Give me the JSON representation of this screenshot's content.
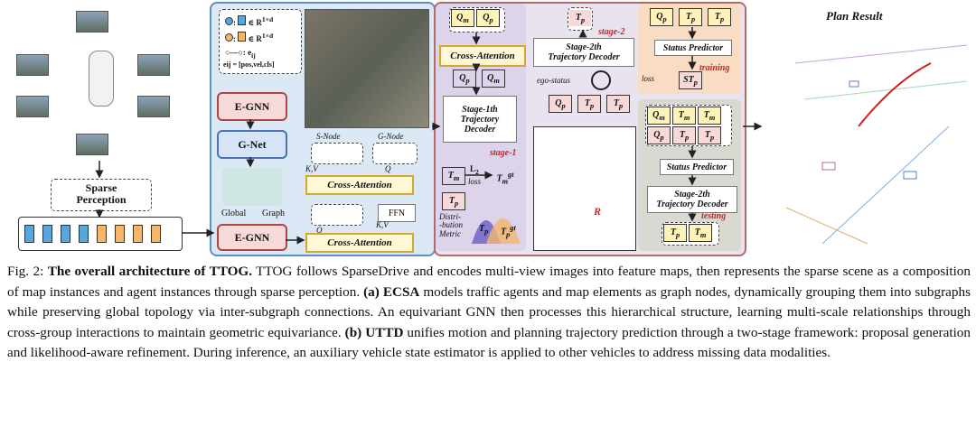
{
  "figure": {
    "sparse_perception": "Sparse\nPerception",
    "panel_a": {
      "legend_line1": "∈ R",
      "legend_line1_sup": "1×d",
      "legend_line2": "∈ R",
      "legend_line2_sup": "1×d",
      "legend_edge": ": e",
      "legend_edge_sub": "ij",
      "legend_edge_def": "e",
      "legend_edge_def_rest": "ij = [pos,vel,cls]",
      "egnn_top": "E-GNN",
      "gnet": "G-Net",
      "global_label": "Global",
      "graph_label": "Graph",
      "egnn_bottom": "E-GNN",
      "s_node": "S-Node",
      "g_node": "G-Node",
      "kv1": "K,V",
      "q1": "Q",
      "cross_attn_1": "Cross-Attention",
      "ffn": "FFN",
      "q2": "Q",
      "kv2": "K,V",
      "cross_attn_2": "Cross-Attention"
    },
    "panel_b": {
      "qm": "Q",
      "qm_sub": "m",
      "qp": "Q",
      "qp_sub": "p",
      "cross_attention": "Cross-Attention",
      "stage1_decoder": "Stage-1th\nTrajectory\nDecoder",
      "stage1_label": "stage-1",
      "tm": "T",
      "tm_sub": "m",
      "l2": "L",
      "l2_sub": "2",
      "loss": "loss",
      "tm_gt": "T",
      "tm_gt_sub": "m",
      "tm_gt_sup": "gt",
      "tp": "T",
      "tp_sub": "p",
      "distribution_metric": "Distri-\n-bution\nMetric",
      "tp_curve_label": "T",
      "tp_curve_sub": "p",
      "tp_gt_curve_label": "T",
      "tp_gt_curve_sub": "p",
      "tp_gt_curve_sup": "gt",
      "stage2_label": "stage-2",
      "stage2_decoder": "Stage-2th\nTrajectory Decoder",
      "ego_status": "ego-status",
      "r_label": "R",
      "status_predictor_top": "Status Predictor",
      "stp": "ST",
      "stp_sub": "p",
      "training": "training",
      "loss2": "loss",
      "status_predictor_bottom": "Status Predictor",
      "stage2_decoder_bottom": "Stage-2th\nTrajectory Decoder",
      "testing": "testing"
    },
    "plan_result": "Plan Result"
  },
  "caption": {
    "prefix": "Fig. 2: ",
    "title": "The overall architecture of TTOG.",
    "text1": " TTOG follows SparseDrive and encodes multi-view images into feature maps, then represents the sparse scene as a composition of map instances and agent instances through sparse perception. ",
    "a_label": "(a) ECSA",
    "text2": " models traffic agents and map elements as graph nodes, dynamically grouping them into subgraphs while preserving global topology via inter-subgraph connections. An equivariant GNN then processes this hierarchical structure, learning multi-scale relationships through cross-group interactions to maintain geometric equivariance. ",
    "b_label": "(b) UTTD",
    "text3": " unifies motion and planning trajectory prediction through a two-stage framework: proposal generation and likelihood-aware refinement. During inference, an auxiliary vehicle state estimator is applied to other vehicles to address missing data modalities."
  },
  "colors": {
    "panel_a_bg": "#dbe8f6",
    "panel_b_bg": "#e8e3ef",
    "accent_red": "#d42020",
    "yellow_box": "#d6a72a"
  }
}
